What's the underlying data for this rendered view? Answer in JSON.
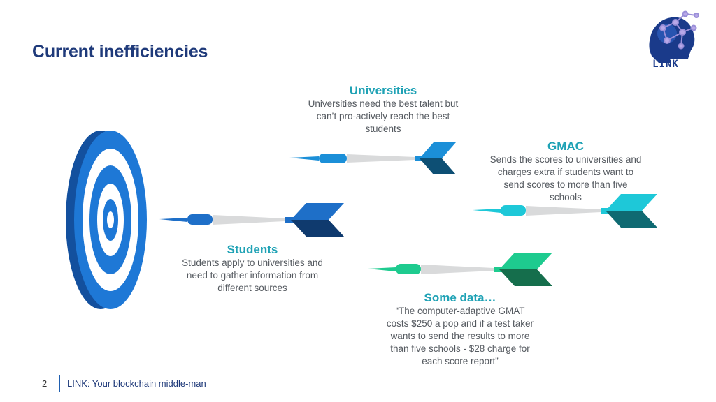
{
  "slide": {
    "title": "Current inefficiencies",
    "logo_text": "LINK"
  },
  "blocks": {
    "universities": {
      "heading": "Universities",
      "lines": [
        "Universities need the best talent but",
        "can’t pro-actively reach the best",
        "students"
      ]
    },
    "gmac": {
      "heading": "GMAC",
      "lines": [
        "Sends the scores to universities and",
        "charges extra if students want to",
        "send scores to more than five",
        "schools"
      ]
    },
    "students": {
      "heading": "Students",
      "lines": [
        "Students apply to universities and",
        "need to gather information from",
        "different sources"
      ]
    },
    "some_data": {
      "heading": "Some data…",
      "lines": [
        "“The computer-adaptive GMAT",
        "costs $250 a pop and if a test taker",
        "wants to send the results to more",
        "than five schools - $28 charge for",
        "each score report”"
      ]
    }
  },
  "footer": {
    "page_number": "2",
    "text": "LINK: Your blockchain middle-man"
  },
  "colors": {
    "title": "#1f3a7a",
    "heading": "#1fa2b5",
    "target_blue": "#1e6fc8",
    "dart_blue": "#1b8fd8",
    "dart_cyan": "#1ec8d8",
    "dart_green": "#1ecb8f"
  },
  "icons": [
    "link-brain-logo-icon",
    "target-icon",
    "dart-icon"
  ]
}
